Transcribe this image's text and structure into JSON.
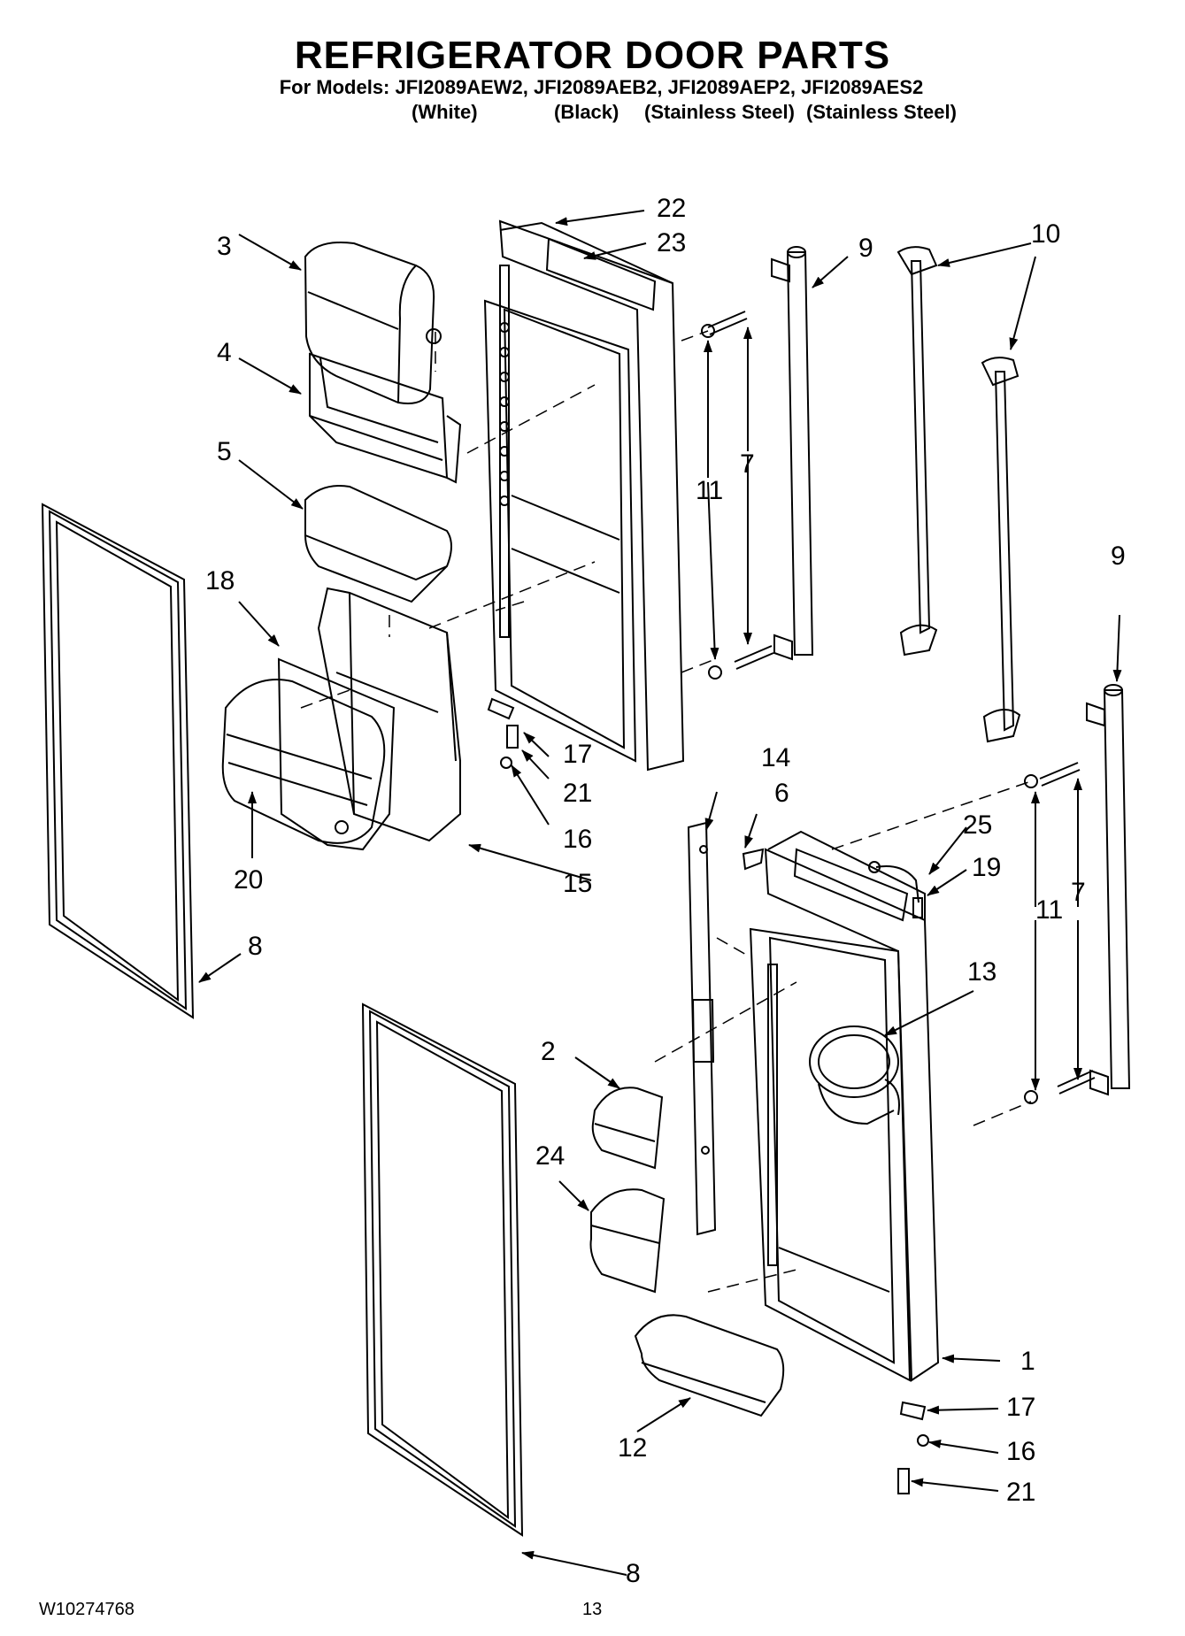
{
  "title": "REFRIGERATOR DOOR PARTS",
  "models_line": "For Models: JFI2089AEW2, JFI2089AEB2, JFI2089AEP2, JFI2089AES2",
  "finishes": [
    "(White)",
    "(Black)",
    "(Stainless Steel)",
    "(Stainless Steel)"
  ],
  "callouts": {
    "c3": "3",
    "c4": "4",
    "c5": "5",
    "c18": "18",
    "c20": "20",
    "c8a": "8",
    "c22": "22",
    "c23": "23",
    "c9a": "9",
    "c10": "10",
    "c11a": "11",
    "c7a": "7",
    "c17a": "17",
    "c21a": "21",
    "c16a": "16",
    "c15": "15",
    "c14": "14",
    "c6": "6",
    "c25": "25",
    "c19": "19",
    "c11b": "11",
    "c7b": "7",
    "c9b": "9",
    "c13": "13",
    "c2": "2",
    "c24": "24",
    "c12": "12",
    "c8b": "8",
    "c1": "1",
    "c17b": "17",
    "c16b": "16",
    "c21b": "21"
  },
  "footer": {
    "doc_number": "W10274768",
    "page_number": "13"
  }
}
